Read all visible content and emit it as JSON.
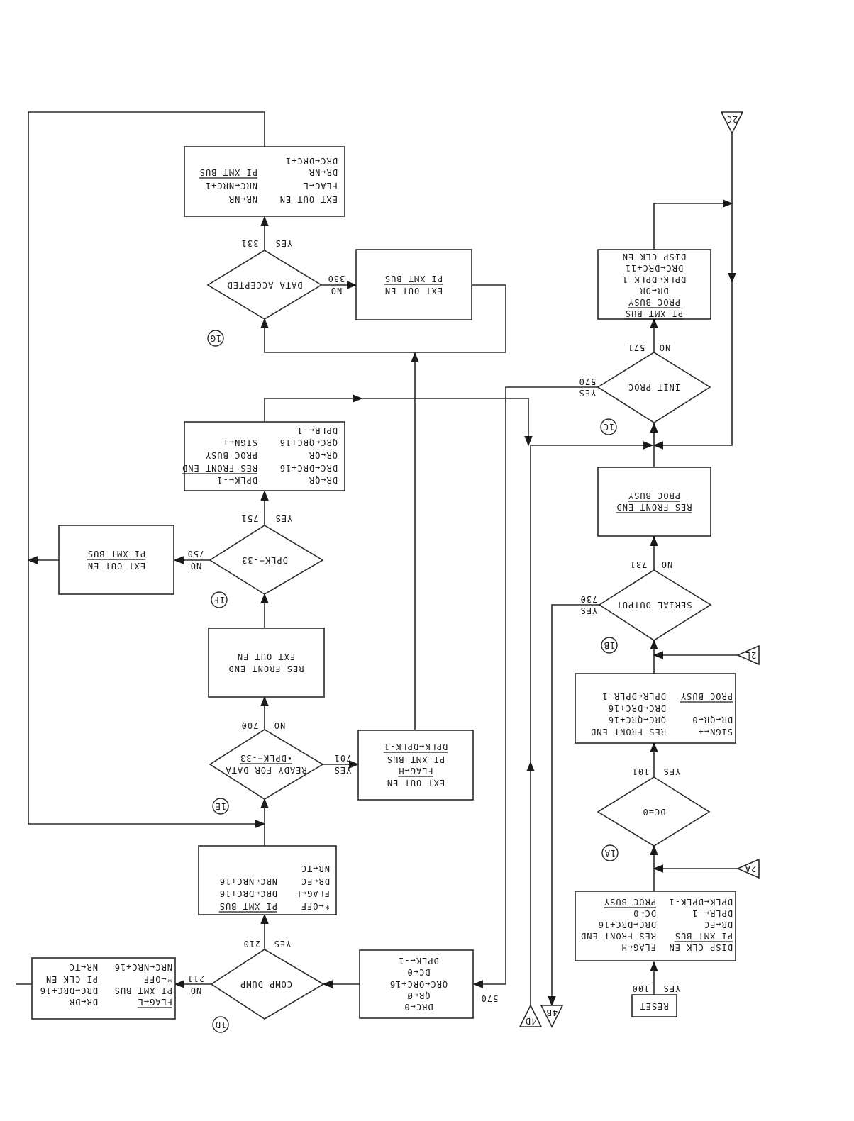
{
  "diagram": {
    "orientation": "rotated-180",
    "connectors": {
      "c2C": "2C",
      "c2A": "2A",
      "c2L": "2L",
      "c4B": "4B",
      "c4D": "4D"
    },
    "refs": {
      "r1A": "1A",
      "r1B": "1B",
      "r1C": "1C",
      "r1D": "1D",
      "r1E": "1E",
      "r1F": "1F",
      "r1G": "1G"
    },
    "start": {
      "label": "RESET",
      "yes": "YES",
      "code": "100"
    },
    "box_reset": {
      "left": [
        "DISP CLK EN",
        "PI XMT BUS",
        "DR←EC",
        "DPLR←-1",
        "DPLK←DPLK-1"
      ],
      "right": [
        "FLAG←H",
        "RES FRONT END",
        "DRC←DRC+16",
        "DC←0",
        "PROC BUSY"
      ]
    },
    "dec_1A": {
      "label": "DC=0",
      "yes": "YES",
      "code": "101"
    },
    "box_101": {
      "left": [
        "SIGN←+",
        "DR←QR←0",
        "",
        "PROC BUSY"
      ],
      "right": [
        "RES FRONT END",
        "QRC←QRC+16",
        "DRC←DRC+16",
        "DPLR←DPLR-1"
      ]
    },
    "dec_1B": {
      "label": "SERIAL OUTPUT",
      "yes": "YES",
      "yes_code": "730",
      "no": "NO",
      "no_code": "731"
    },
    "box_731": {
      "lines": [
        "RES FRONT END",
        "PROC BUSY"
      ]
    },
    "dec_1C": {
      "label": "INIT PROC",
      "yes": "YES",
      "yes_code": "570",
      "no": "NO",
      "no_code": "571"
    },
    "box_571": {
      "lines": [
        "PI XMT BUS",
        "PROC BUSY",
        "DR←OR",
        "DPLK←DPLK-1",
        "DRC←DRC+11",
        "DISP CLK EN"
      ]
    },
    "box_570": {
      "code": "570",
      "lines": [
        "DRC←0",
        "QR←Ø",
        "QRC←QRC+16",
        "DC←0",
        "DPLK←-1"
      ]
    },
    "dec_1D": {
      "label": "COMP DUMP",
      "yes": "YES",
      "yes_code": "210",
      "no": "NO",
      "no_code": "211"
    },
    "box_211": {
      "left": [
        "FLAG←L",
        "PI XMT BUS",
        "*←OFF",
        "NRC←NRC+16"
      ],
      "right": [
        "DR←DR",
        "DRC←DRC+16",
        "PI CLK EN",
        "NR←TC"
      ]
    },
    "box_210": {
      "left": [
        "*←OFF",
        "FLAG←L",
        "DR←EC",
        "NR←TC"
      ],
      "right": [
        "PI XMT BUS",
        "DRC←DRC+16",
        "NRC←NRC+16",
        ""
      ]
    },
    "dec_1E": {
      "label_1": "READY FOR DATA",
      "label_2": "•DPLK=-33",
      "yes": "YES",
      "yes_code": "701",
      "no": "NO",
      "no_code": "700"
    },
    "box_701": {
      "lines": [
        "EXT OUT EN",
        "FLAG←H",
        "PI XMT BUS",
        "DPLK←DPLK-1"
      ]
    },
    "box_700": {
      "lines": [
        "RES FRONT END",
        "EXT OUT EN"
      ]
    },
    "dec_1F": {
      "label": "DPLK=-33",
      "yes": "YES",
      "yes_code": "751",
      "no": "NO",
      "no_code": "750"
    },
    "box_750": {
      "lines": [
        "EXT OUT EN",
        "PI XMT BUS"
      ]
    },
    "box_751": {
      "left": [
        "DR←QR",
        "DRC←DRC+16",
        "QR←QR",
        "QRC←QRC+16",
        "DPLR←-1"
      ],
      "right": [
        "DPLK←-1",
        "RES FRONT END",
        "PROC BUSY",
        "SIGN←+",
        ""
      ]
    },
    "dec_1G": {
      "label": "DATA ACCEPTED",
      "yes": "YES",
      "yes_code": "331",
      "no": "NO",
      "no_code": "330"
    },
    "box_330": {
      "lines": [
        "EXT OUT EN",
        "PI XMT BUS"
      ]
    },
    "box_331": {
      "left": [
        "EXT OUT EN",
        "FLAG←L",
        "DR←NR",
        "DRC←DRC+1"
      ],
      "right": [
        "NR←NR",
        "NRC←NRC+1",
        "PI XMT BUS",
        ""
      ]
    }
  }
}
